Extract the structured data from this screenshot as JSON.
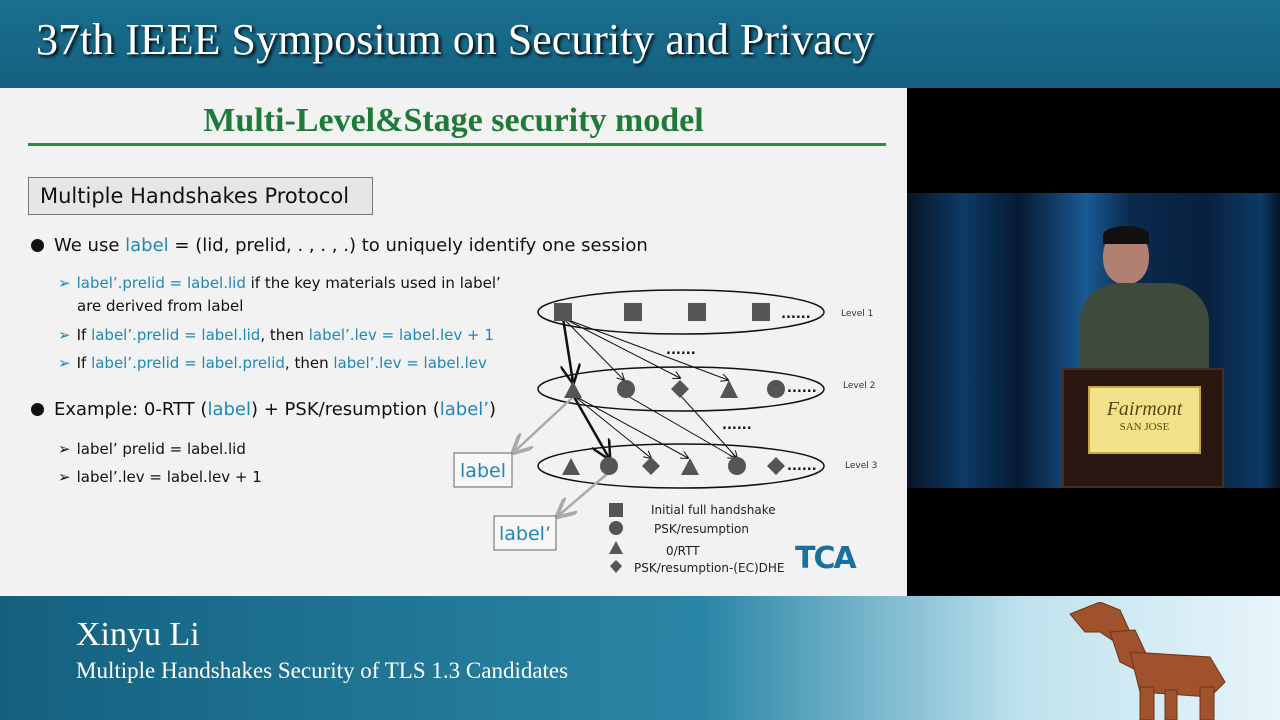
{
  "header": {
    "title": "37th IEEE Symposium on Security and Privacy"
  },
  "slide": {
    "title": "Multi-Level&Stage security model",
    "box": "Multiple Handshakes Protocol",
    "b1": {
      "a": "We use ",
      "b": "label",
      "c": "  = (lid, prelid, . , . , .) to uniquely identify one session"
    },
    "s1": {
      "a": "label’.prelid = label.lid",
      "b": " if  the key materials used in label’",
      "c": "are derived from label"
    },
    "s2": {
      "a": "If ",
      "b": "label’.prelid = label.lid",
      "c": ", then ",
      "d": "label’.lev = label.lev + 1"
    },
    "s3": {
      "a": "If ",
      "b": "label’.prelid = label.prelid",
      "c": ", then ",
      "d": "label’.lev = label.lev"
    },
    "b2": {
      "a": "Example: 0-RTT (",
      "b": "label",
      "c": ") + PSK/resumption (",
      "d": "label’",
      "e": ")"
    },
    "s4": "label’ prelid = label.lid",
    "s5": "label’.lev = label.lev + 1",
    "diagram": {
      "levels": [
        "Level 1",
        "Level 2",
        "Level 3"
      ],
      "ellipsis": "......",
      "label_box": "label",
      "label_prime_box": "label’",
      "legend": [
        "Initial full handshake",
        "PSK/resumption",
        "0/RTT",
        "PSK/resumption-(EC)DHE"
      ]
    },
    "logo": "TCA"
  },
  "video": {
    "podium_sign": [
      "Fairmont",
      "SAN JOSE"
    ]
  },
  "footer": {
    "speaker": "Xinyu Li",
    "talk_title": "Multiple Handshakes Security of TLS 1.3 Candidates"
  }
}
